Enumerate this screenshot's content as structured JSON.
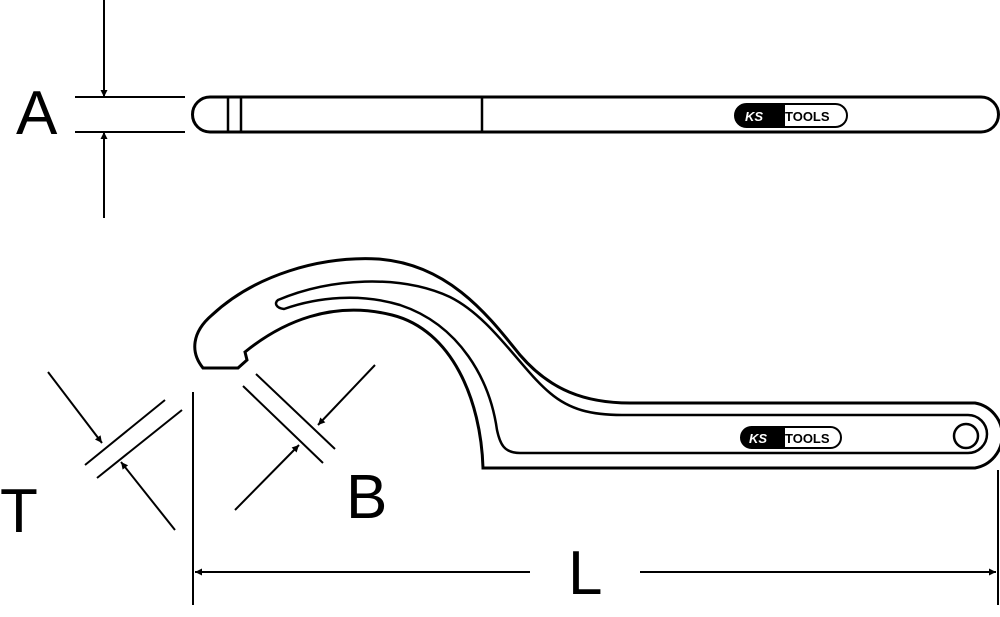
{
  "dimensions": {
    "A": "A",
    "T": "T",
    "B": "B",
    "L": "L"
  },
  "logo": {
    "ks": "KS",
    "tools": "TOOLS"
  },
  "colors": {
    "line": "#000000",
    "background": "#ffffff"
  }
}
